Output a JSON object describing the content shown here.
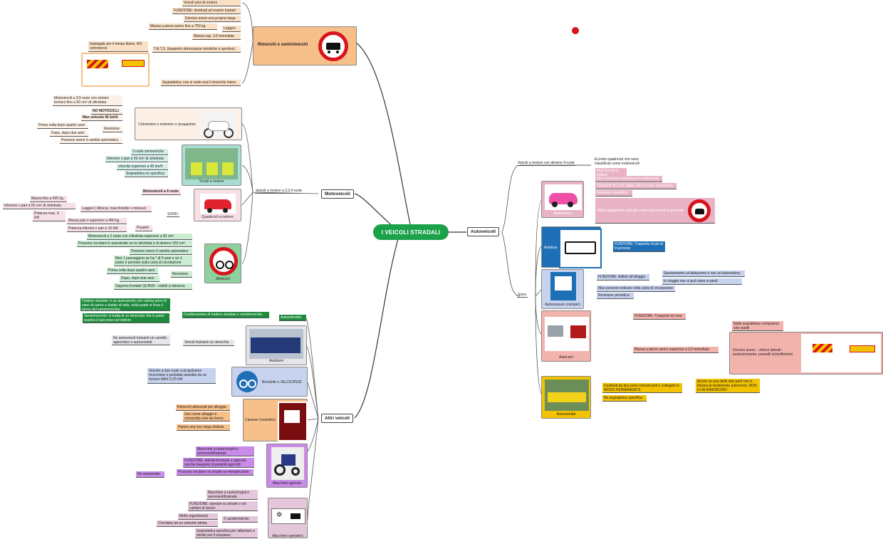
{
  "central": "I VEICOLI STRADALI",
  "branches": {
    "autoveicoli": "Autoveicoli",
    "motoveicoli": "Motoveicoli",
    "altri": "Altri veicoli"
  },
  "rimorchi": {
    "title": "Rimorchi e semirimorchi",
    "items": [
      "Veicoli privi di motore",
      "FUNZIONE: destinati ad essere trainati",
      "Devono avere una propria targa",
      "Massa a pieno carico fino a 750 kg",
      "Leggeri",
      "Massa sup. 3,5 tonnellate",
      "T.A.T.S. (trasporto attrezzature turistiche e sportive)",
      "Impiegate per il tempo libero, NO commercio",
      "Segnaletica: non si vede mai il rimorchio intero"
    ]
  },
  "moto": {
    "link": "Veicoli a motore a 2,3,4 ruote",
    "ciclo": {
      "title": "Ciclomotori o motorino o cinquantino",
      "items": [
        "Motoveicoli a 2/3 ruote con motore termico fino a 50 cm³ di cilindrata",
        "NO MOTOCICLI",
        "Max velocità 45 km/h",
        "Revisione",
        "Prima volta dopo quattro anni",
        "Dopo, dopo due anni",
        "Possono avere il cambio automatico"
      ]
    },
    "tricicli": {
      "title": "Tricicli a motore",
      "items": [
        "3 ruote simmetriche",
        "Inferiore o pari a 50 cm³ di cilindrata",
        "velocità superiore a 45 km/h",
        "Segnaletica no specifica"
      ]
    },
    "quadricicli": {
      "title": "Quadricicli a motore",
      "items": [
        "Motoveicoli a 4 ruote",
        "SONO:",
        "Massa fino a 425 kg",
        "Inferiore o pari a 50 cm³ di cilindrata",
        "Potenza max. 4 kW",
        "Leggeri ( Minicar, macchinette o minicar)",
        "Massa pari o superiore a 450 kg",
        "Potenza inferiori o pari a 15 kW",
        "Pesanti"
      ]
    },
    "motocicli": {
      "title": "Motocicli",
      "items": [
        "Motoveicoli a 2 ruote con cilindrata superiore a 50 cm³",
        "Possono circolare in autostrade se la cilindrata è di almeno 150 cm³",
        "Possono avere il cambio automatico",
        "Max 1 passeggero se ha * di 5 anni e se il posto è previsto sulla carta di circolazione",
        "Prima volta dopo quattro anni",
        "Revisione",
        "Dopo, dopo due anni",
        "Sagoma frontale QUINDI - visibili a distanza"
      ]
    }
  },
  "altri": {
    "autoarticolati": {
      "title": "Autoarticolati",
      "link": "Combinazione di trattore stradale e semirimorchio",
      "trattore": "Trattore stradale: è un autoveicolo con cabina privo di vano di carico e dotato di ralla, nella quale si fissa il perno del semirimorchio.",
      "semirimorchio": "Semirimorchio: si tratta di un rimorchio che in parte scarica il suo peso sul trattore"
    },
    "autotreni": {
      "title": "Autotreni",
      "link": "Veicoli trainanti un rimorchio",
      "note": "No autoveicoli trainanti un carrello appendice e autosnodati"
    },
    "bici": {
      "title": "Biciclette o VELOCIPEDI",
      "note": "Veicolo a due ruote a propulsione muscolare o pedalata assistita da un motore MAX 0,25 kW"
    },
    "caravan": {
      "title": "Caravan (roulottes)",
      "items": [
        "Rimorchi attrezzati per alloggio",
        "Uso come alloggio è consentito solo da fermo",
        "Hanno una loro targa distinta"
      ]
    },
    "agricole": {
      "title": "Macchine agricole",
      "items": [
        "Macchine a ruote/cingoli o semoventi/trainate",
        "FUNZIONE: attività forestale o agricola (anche trasporto di prodotti agricoli)",
        "Possono circolare su strade se immatricolate",
        "No autostrade"
      ]
    },
    "operatrici": {
      "title": "Macchine operatrici",
      "items": [
        "Macchine a ruote/cingoli e semoventi/trainate",
        "FUNZIONE: operare su strade o nei cantieri di lavoro",
        "Molto ingombranti",
        "2 caratteristiche:",
        "Circolano ad un velocità ridotta",
        "Segnaletica specifica per rallentare e stretto per il sorpasso"
      ]
    }
  },
  "auto": {
    "link1": "Veicoli a motore con almeno 4 ruote",
    "eccetto": "Eccetto quadricicli che sono classificati come motoveicoli",
    "sono": "Sono:",
    "autovetture": {
      "title": "Autovetture",
      "items": [
        "Max 9 posti a sedere",
        "Max 9 persone compreso il conducente",
        "Trasporto di cose legate alle persone trasportate",
        "Revisione periodica",
        "Nella segnaletica indicate come autoveicoli in generale"
      ]
    },
    "autobus": {
      "title": "Autobus",
      "funzione": "FUNZIONE: Trasporto di più di 9 persone"
    },
    "autocaravan": {
      "title": "Autocaravan (camper)",
      "items": [
        "FUNZIONE: Adibiti all'alloggio",
        "Spostamento un'abitazione e non un'autovettura",
        "In viaggio non si può stare in piedi",
        "Max persone indicato nella carta di circolazione",
        "Revisione periodica"
      ]
    },
    "autocarri": {
      "title": "Autocarri",
      "funzione": "FUNZIONE: Trasporto di cose",
      "massa": "Massa a pieno carico superiore a 3,5 tonnellate",
      "segnaletica": "Nella segnaletica compaiono solo quelli",
      "devono": "Devono avere: - strisce laterali -posteriormente, pannelli retroriflettenti"
    },
    "autosnodati": {
      "title": "Autosnodati",
      "items": [
        "Costituiti da due parti comunicanti e collegate in MODO PERMANENTE",
        "No segnaletica specifica",
        "Anche se una delle due parti non è idonea al movimento autonomo, NON è UN RIMORCHIO"
      ]
    }
  },
  "colors": {
    "central": "#1aa14a",
    "rimorchi": "#f7c08a",
    "autovetture": "#e9b3c6",
    "autobus": "#1e6fb5",
    "autocarri": "#f3b3ad",
    "autosnodati": "#f3c200",
    "tricicli": "#a9dcd3",
    "motocicli": "#8fd19e",
    "agricole": "#c98ae8",
    "caravan": "#f7c08a",
    "bici": "#c7d3ee"
  }
}
